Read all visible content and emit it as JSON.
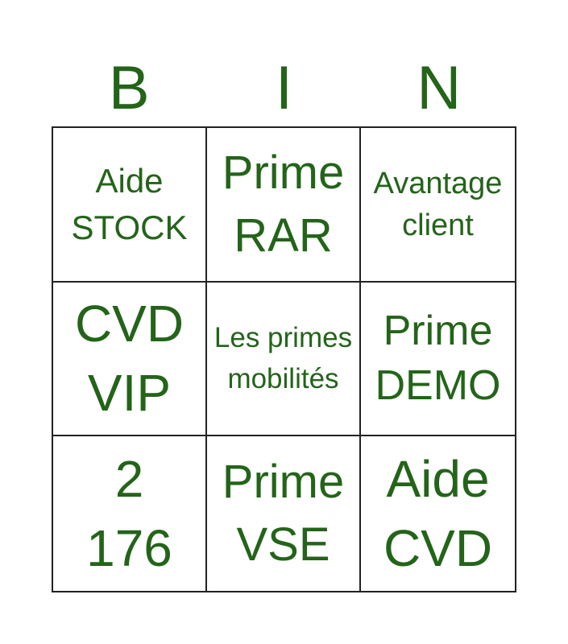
{
  "header": {
    "letters": [
      "B",
      "I",
      "N"
    ]
  },
  "cells": [
    {
      "text": "Aide STOCK"
    },
    {
      "text": "Prime RAR"
    },
    {
      "text": "Avantage client"
    },
    {
      "text": "CVD VIP"
    },
    {
      "text": "Les primes mobilités"
    },
    {
      "text": "Prime DEMO"
    },
    {
      "text": "2 176"
    },
    {
      "text": "Prime VSE"
    },
    {
      "text": "Aide CVD"
    }
  ],
  "colors": {
    "text": "#236419",
    "grid_lines": "#222222",
    "background": "#ffffff"
  }
}
